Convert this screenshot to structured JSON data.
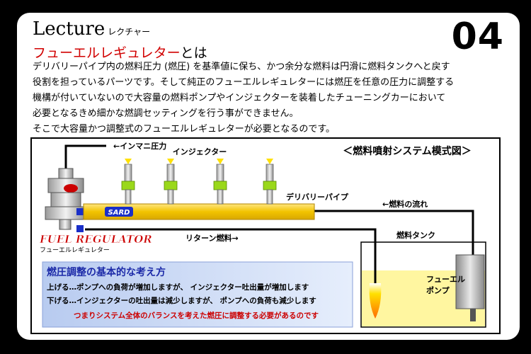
{
  "header": {
    "lecture": "Lecture",
    "lecture_sub": "レクチャー",
    "title_red": "フューエルレギュレター",
    "title_suffix": "とは",
    "number": "04"
  },
  "body_lines": [
    "デリバリーパイプ内の燃料圧力 (燃圧) を基準値に保ち、かつ余分な燃料は円滑に燃料タンクへと戻す",
    "役割を担っているパーツです。そして純正のフューエルレギュレターには燃圧を任意の圧力に調整する",
    "機構が付いていないので大容量の燃料ポンプやインジェクターを装着したチューニングカーにおいて",
    "必要となるきめ細かな燃調セッティングを行う事ができません。",
    "そこで大容量かつ調整式のフューエルレギュレターが必要となるのです。"
  ],
  "diagram": {
    "title": "＜燃料噴射システム模式図＞",
    "labels": {
      "manifold": "←インマニ圧力",
      "injector": "インジェクター",
      "delivery_pipe": "デリバリーパイプ",
      "fuel_flow": "←燃料の流れ",
      "fuel_tank": "燃料タンク",
      "return_fuel": "リターン燃料→",
      "fuel_pump": "フューエル\nポンプ",
      "sard": "SARD",
      "regulator_logo": "FUEL REGULATOR",
      "regulator_sub": "フューエルレギュレター"
    },
    "info_box": {
      "title": "燃圧調整の基本的な考え方",
      "line1": "上げる…ポンプへの負荷が増加しますが、 インジェクター吐出量が増加します",
      "line2": "下げる…インジェクターの吐出量は減少しますが、 ポンプへの負荷も減少します",
      "line3": "つまりシステム全体のバランスを考えた燃圧に調整する必要があるのです"
    }
  },
  "colors": {
    "title_red": "#d10000",
    "pipe_yellow": "#f2c300",
    "tank_yellow": "#fff6a0",
    "info_box_blue": "#c9d7f3",
    "info_title_blue": "#1c2aa8",
    "regulator_red": "#cc0000"
  }
}
